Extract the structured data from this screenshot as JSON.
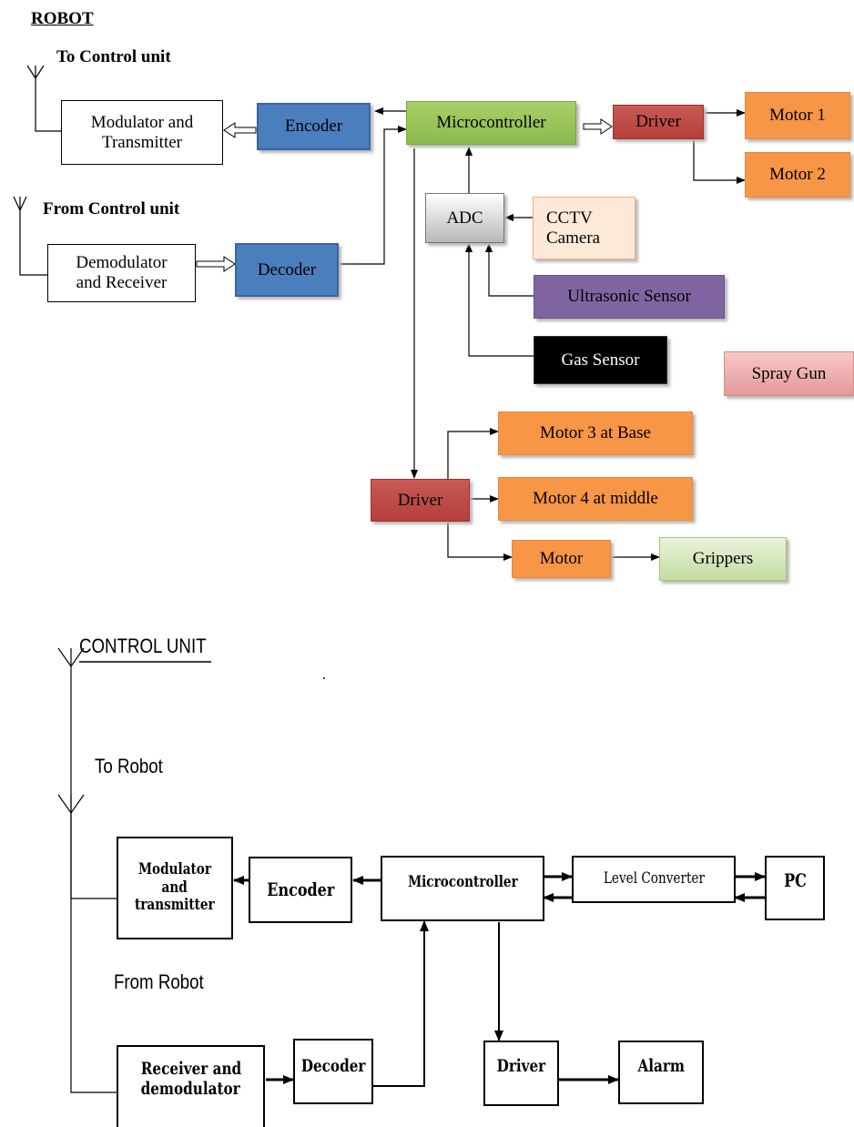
{
  "robot": {
    "heading": "ROBOT",
    "to_control_label": "To Control unit",
    "from_control_label": "From Control unit",
    "modulator_line1": "Modulator and",
    "modulator_line2": "Transmitter",
    "encoder": "Encoder",
    "microcontroller": "Microcontroller",
    "driver1": "Driver",
    "motor1": "Motor 1",
    "motor2": "Motor 2",
    "demodulator_line1": "Demodulator",
    "demodulator_line2": "and Receiver",
    "decoder": "Decoder",
    "adc": "ADC",
    "cctv_line1": "CCTV",
    "cctv_line2": "Camera",
    "ultrasonic": "Ultrasonic Sensor",
    "gas": "Gas Sensor",
    "spray": "Spray Gun",
    "driver2": "Driver",
    "motor3": "Motor 3 at Base",
    "motor4": "Motor 4 at middle",
    "motor5": "Motor",
    "grippers": "Grippers"
  },
  "control": {
    "heading": "CONTROL UNIT",
    "to_robot_label": "To Robot",
    "from_robot_label": "From Robot",
    "modulator_line1": "Modulator",
    "modulator_line2": "and",
    "modulator_line3": "transmitter",
    "encoder": "Encoder",
    "microcontroller": "Microcontroller",
    "level_converter": "Level Converter",
    "pc": "PC",
    "receiver_line1": "Receiver and",
    "receiver_line2": "demodulator",
    "decoder": "Decoder",
    "driver": "Driver",
    "alarm": "Alarm"
  },
  "colors": {
    "encoder_decoder": "#4a7ebd",
    "microcontroller": "#9bbb59",
    "driver": "#c0504d",
    "motor": "#f79646",
    "ultrasonic": "#8064a2",
    "gas": "#000000"
  }
}
